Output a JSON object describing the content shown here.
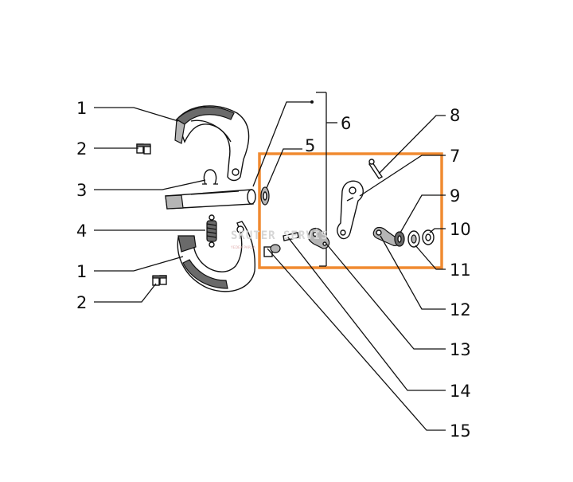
{
  "diagram": {
    "labels": [
      {
        "id": "l1a",
        "text": "1"
      },
      {
        "id": "l2a",
        "text": "2"
      },
      {
        "id": "l3",
        "text": "3"
      },
      {
        "id": "l4",
        "text": "4"
      },
      {
        "id": "l1b",
        "text": "1"
      },
      {
        "id": "l2b",
        "text": "2"
      },
      {
        "id": "l5",
        "text": "5"
      },
      {
        "id": "l6",
        "text": "6"
      },
      {
        "id": "l8",
        "text": "8"
      },
      {
        "id": "l7",
        "text": "7"
      },
      {
        "id": "l9",
        "text": "9"
      },
      {
        "id": "l10",
        "text": "10"
      },
      {
        "id": "l11",
        "text": "11"
      },
      {
        "id": "l12",
        "text": "12"
      },
      {
        "id": "l13",
        "text": "13"
      },
      {
        "id": "l14",
        "text": "14"
      },
      {
        "id": "l15",
        "text": "15"
      }
    ],
    "watermark": {
      "main": "SKUTER SERVİS",
      "sub": "YEDEK PARÇA"
    },
    "highlight_color": "#f08a30"
  }
}
